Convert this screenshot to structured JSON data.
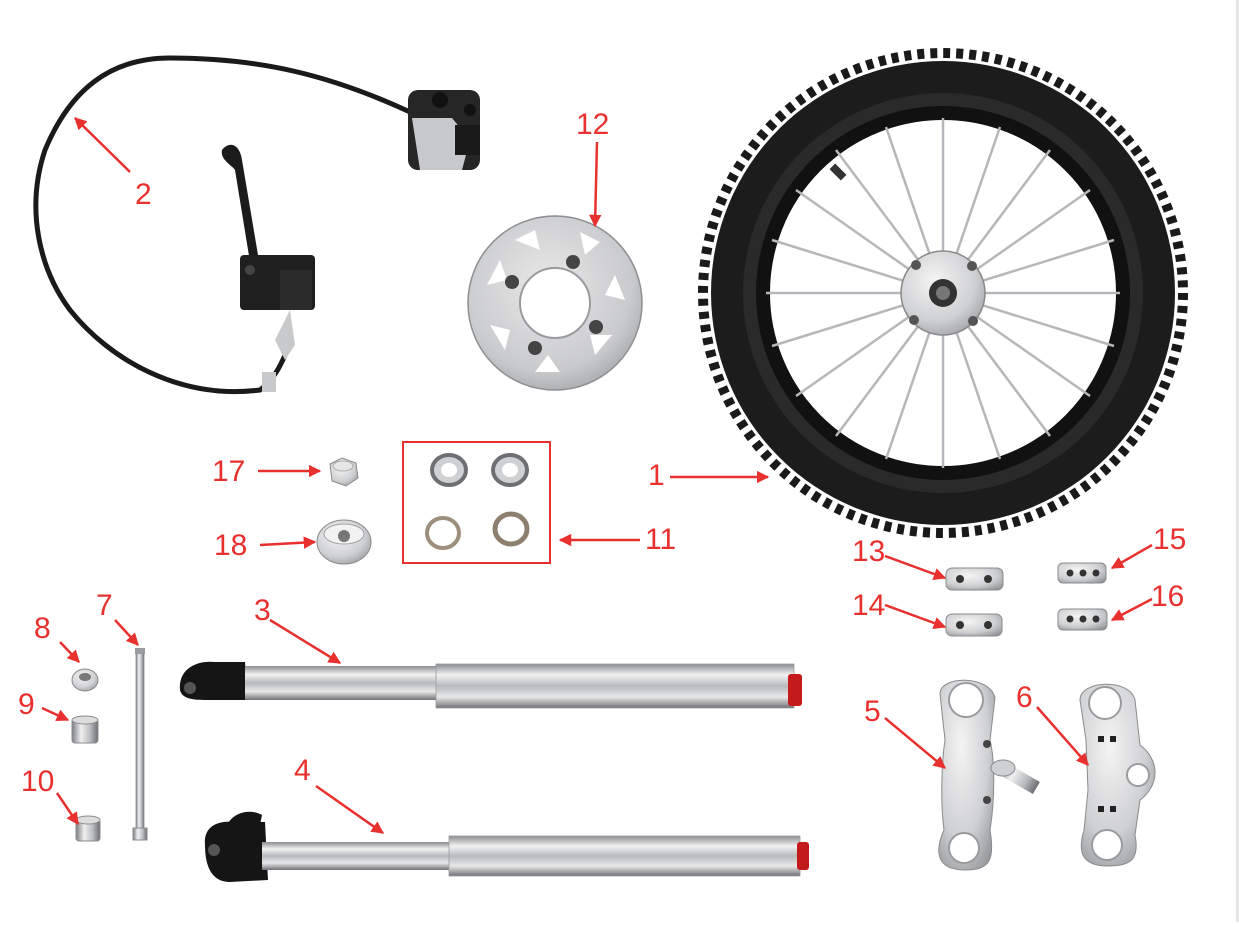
{
  "diagram": {
    "accent_color": "#e8302e",
    "parts": [
      {
        "number": "1",
        "part": "front wheel"
      },
      {
        "number": "2",
        "part": "brake lever, hose and caliper"
      },
      {
        "number": "3",
        "part": "right fork leg"
      },
      {
        "number": "4",
        "part": "left fork leg"
      },
      {
        "number": "5",
        "part": "lower triple clamp"
      },
      {
        "number": "6",
        "part": "upper triple clamp"
      },
      {
        "number": "7",
        "part": "axle"
      },
      {
        "number": "8",
        "part": "axle nut"
      },
      {
        "number": "9",
        "part": "spacer"
      },
      {
        "number": "10",
        "part": "spacer"
      },
      {
        "number": "11",
        "part": "bearing races"
      },
      {
        "number": "12",
        "part": "brake disc"
      },
      {
        "number": "13",
        "part": "handlebar clamp"
      },
      {
        "number": "14",
        "part": "handlebar clamp"
      },
      {
        "number": "15",
        "part": "handlebar clamp"
      },
      {
        "number": "16",
        "part": "handlebar clamp"
      },
      {
        "number": "17",
        "part": "stem nut"
      },
      {
        "number": "18",
        "part": "steering stem cap"
      }
    ]
  }
}
